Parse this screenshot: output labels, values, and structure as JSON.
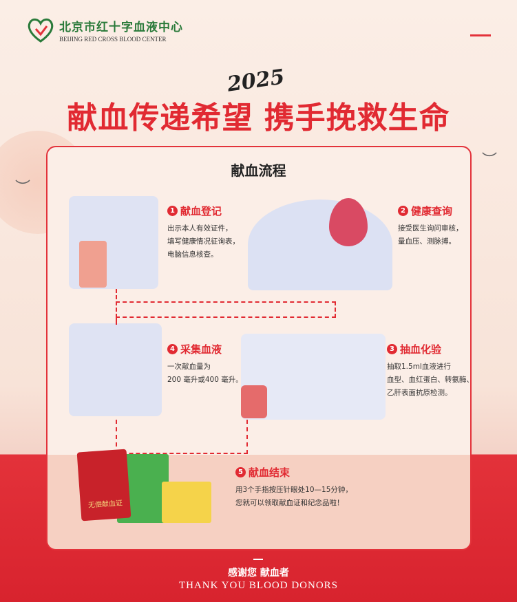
{
  "logo": {
    "cn": "北京市红十字血液中心",
    "en": "BEIJING RED CROSS BLOOD CENTER"
  },
  "header": {
    "year": "2025",
    "title": "献血传递希望 携手挽救生命"
  },
  "card": {
    "title": "献血流程"
  },
  "steps": [
    {
      "num": "1",
      "title": "献血登记",
      "lines": [
        "出示本人有效证件，",
        "填写健康情况征询表，",
        "电脑信息核查。"
      ]
    },
    {
      "num": "2",
      "title": "健康查询",
      "lines": [
        "接受医生询问审核，",
        "量血压、测脉搏。"
      ]
    },
    {
      "num": "3",
      "title": "抽血化验",
      "lines": [
        "抽取1.5ml血液进行",
        "血型、血红蛋白、转氨酶、",
        "乙肝表面抗原检测。"
      ]
    },
    {
      "num": "4",
      "title": "采集血液",
      "lines": [
        "一次献血量为",
        "200 毫升或400 毫升。"
      ]
    },
    {
      "num": "5",
      "title": "献血结束",
      "lines": [
        "用3个手指按压针眼处10—15分钟，",
        "您就可以领取献血证和纪念品啦！"
      ]
    }
  ],
  "certificate": "无偿献血证",
  "footer": {
    "cn": "感谢您 献血者",
    "en": "THANK YOU BLOOD DONORS"
  },
  "colors": {
    "accent": "#e12a32",
    "green": "#2a7a3a"
  }
}
